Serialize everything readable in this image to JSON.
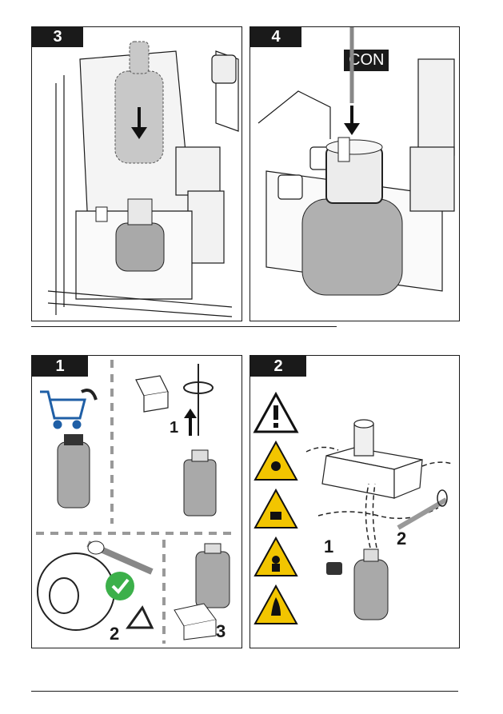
{
  "top_panels": [
    {
      "step": "3"
    },
    {
      "step": "4",
      "badge": "CON"
    }
  ],
  "bottom_panels": [
    {
      "step": "1",
      "sub_steps": [
        "1",
        "2",
        "3"
      ]
    },
    {
      "step": "2",
      "sub_steps": [
        "1",
        "2"
      ]
    }
  ],
  "icons": {
    "cart_color": "#1f5fa6",
    "check_color": "#3cb04a",
    "warning_color": "#f2c500"
  }
}
